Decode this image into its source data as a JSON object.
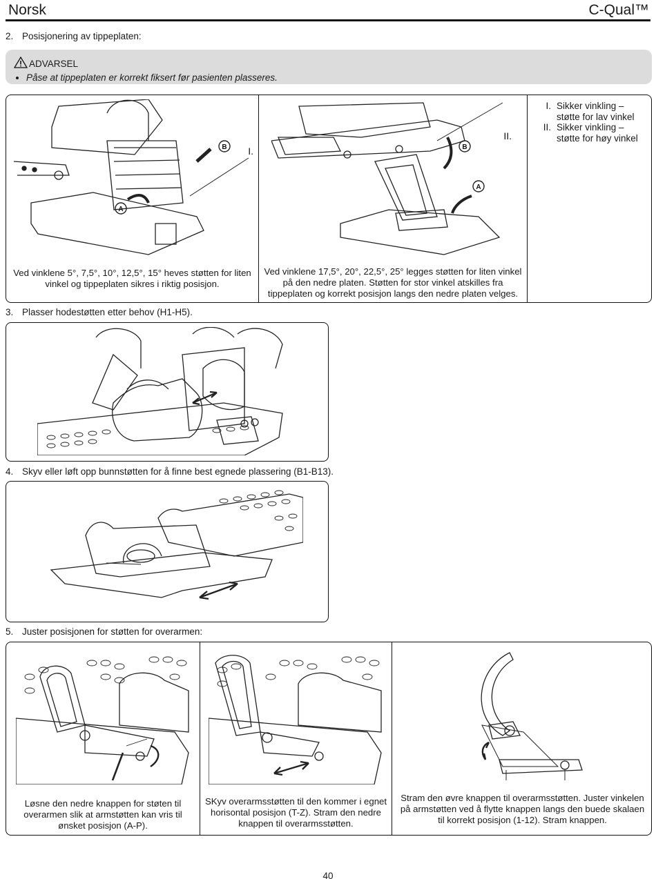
{
  "header": {
    "language": "Norsk",
    "product": "C-Qual™"
  },
  "steps": {
    "s2": {
      "num": "2.",
      "text": "Posisjonering av tippeplaten:"
    },
    "s3": {
      "num": "3.",
      "text": "Plasser hodestøtten etter behov (H1-H5)."
    },
    "s4": {
      "num": "4.",
      "text": "Skyv eller løft opp bunnstøtten for å finne best egnede plassering (B1-B13)."
    },
    "s5": {
      "num": "5.",
      "text": "Juster posisjonen for støtten for overarmen:"
    }
  },
  "warning": {
    "title": "ADVARSEL",
    "icon": "warning-triangle-icon",
    "bullet": "Påse at tippeplaten er korrekt fiksert før pasienten plasseres."
  },
  "tilt_panel": {
    "fig1": {
      "roman": "I.",
      "label_a": "A",
      "label_b": "B"
    },
    "fig2": {
      "roman": "II.",
      "label_a": "A",
      "label_b": "B"
    },
    "caption1": "Ved vinklene 5°, 7,5°, 10°, 12,5°, 15° heves støtten for liten vinkel og tippeplaten sikres i riktig posisjon.",
    "caption2": "Ved vinklene 17,5°, 20°, 22,5°, 25° legges støtten for liten vinkel på den nedre platen. Støtten for stor vinkel atskilles fra tippeplaten og korrekt posisjon langs den nedre platen velges.",
    "notes": [
      {
        "num": "I.",
        "lines": [
          "Sikker vinkling –",
          "støtte for lav vinkel"
        ]
      },
      {
        "num": "II.",
        "lines": [
          "Sikker vinkling –",
          "støtte for høy vinkel"
        ]
      }
    ]
  },
  "arm_panel": {
    "caption1": "Løsne den nedre knappen for støten til overarmen slik at armstøtten kan vris til ønsket posisjon (A-P).",
    "caption2": "SKyv overarmsstøtten til den kommer i egnet horisontal posisjon (T-Z). Stram den nedre knappen til overarmsstøtten.",
    "caption3": "Stram den øvre knappen til overarmsstøtten. Juster vinkelen på armstøtten ved å flytte knappen langs den buede skalaen til korrekt posisjon (1-12). Stram knappen."
  },
  "page_number": "40"
}
